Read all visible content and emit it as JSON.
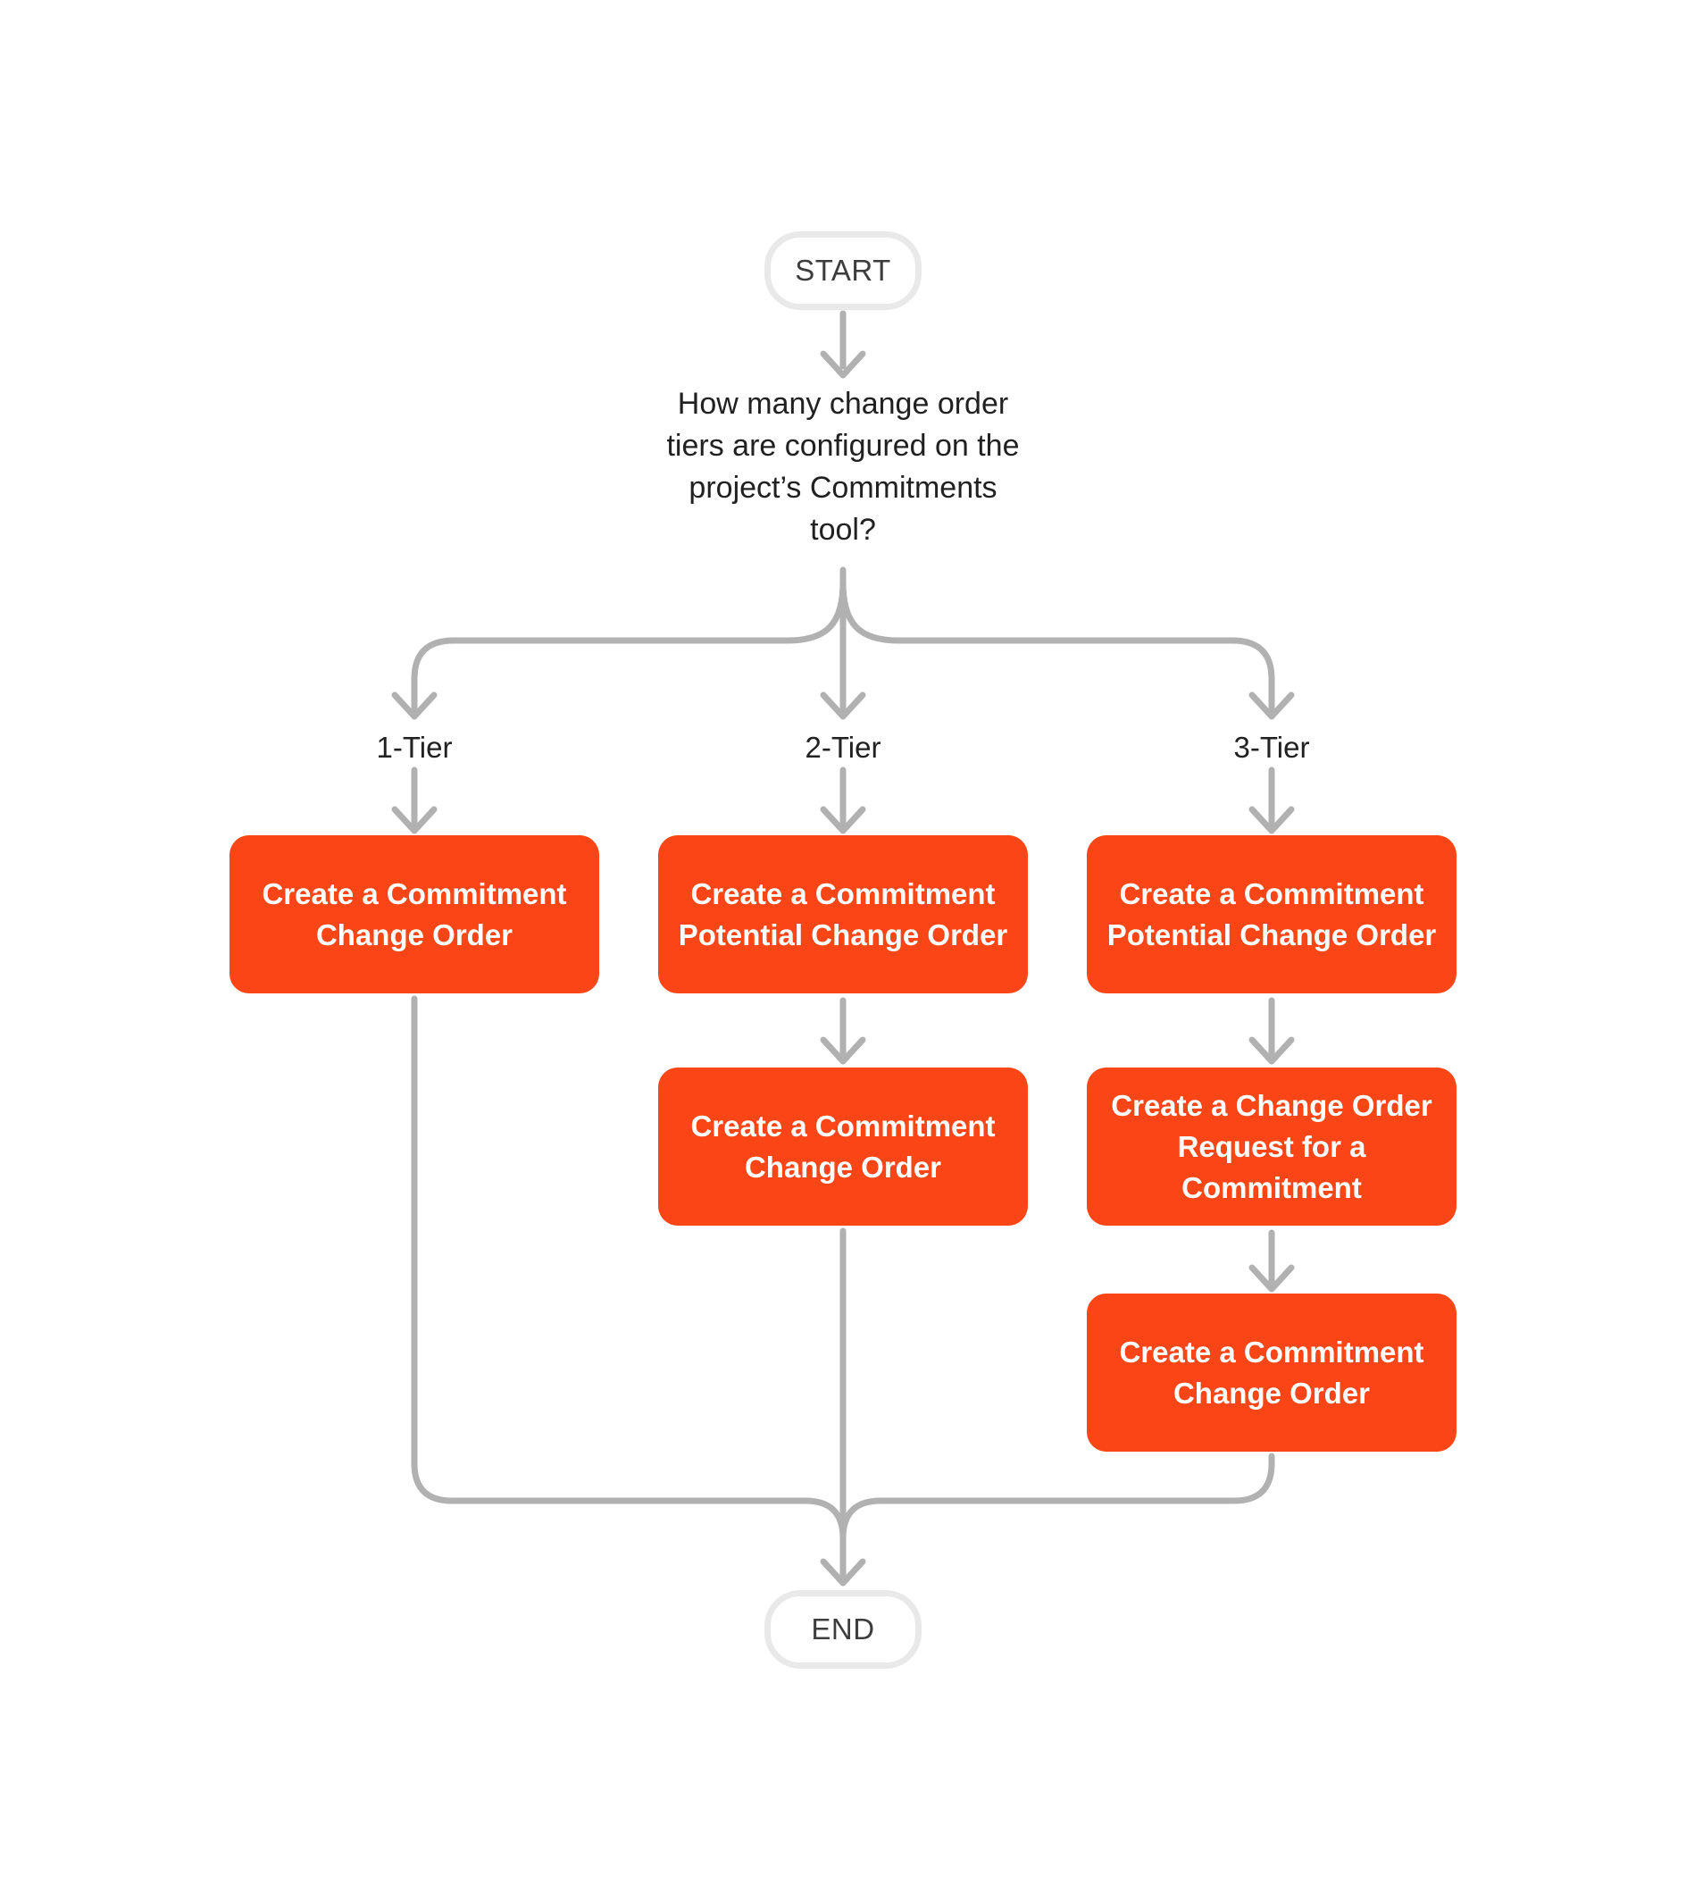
{
  "flowchart": {
    "start": {
      "label": "START"
    },
    "end": {
      "label": "END"
    },
    "question": {
      "text": "How many change order tiers are configured on the project’s Commitments tool?",
      "lines": [
        "How many change order",
        "tiers are configured on the",
        "project’s Commitments",
        "tool?"
      ]
    },
    "branches": [
      {
        "label": "1-Tier",
        "steps": [
          {
            "text": "Create a Commitment Change Order",
            "lines": [
              "Create a Commitment",
              "Change Order"
            ]
          }
        ]
      },
      {
        "label": "2-Tier",
        "steps": [
          {
            "text": "Create a Commitment Potential Change Order",
            "lines": [
              "Create a Commitment",
              "Potential Change Order"
            ]
          },
          {
            "text": "Create a Commitment Change Order",
            "lines": [
              "Create a Commitment",
              "Change Order"
            ]
          }
        ]
      },
      {
        "label": "3-Tier",
        "steps": [
          {
            "text": "Create a Commitment Potential Change Order",
            "lines": [
              "Create a Commitment",
              "Potential Change Order"
            ]
          },
          {
            "text": "Create a Change Order Request for a Commitment",
            "lines": [
              "Create a Change Order",
              "Request for a",
              "Commitment"
            ]
          },
          {
            "text": "Create a Commitment Change Order",
            "lines": [
              "Create a Commitment",
              "Change Order"
            ]
          }
        ]
      }
    ],
    "colors": {
      "step_box": "#FA4616",
      "step_text": "#FFFFFF",
      "connector": "#B1B1B1",
      "terminal_border": "#E9E9E9",
      "terminal_text": "#3D3D3D",
      "label_text": "#212121",
      "background": "#FFFFFF"
    }
  }
}
